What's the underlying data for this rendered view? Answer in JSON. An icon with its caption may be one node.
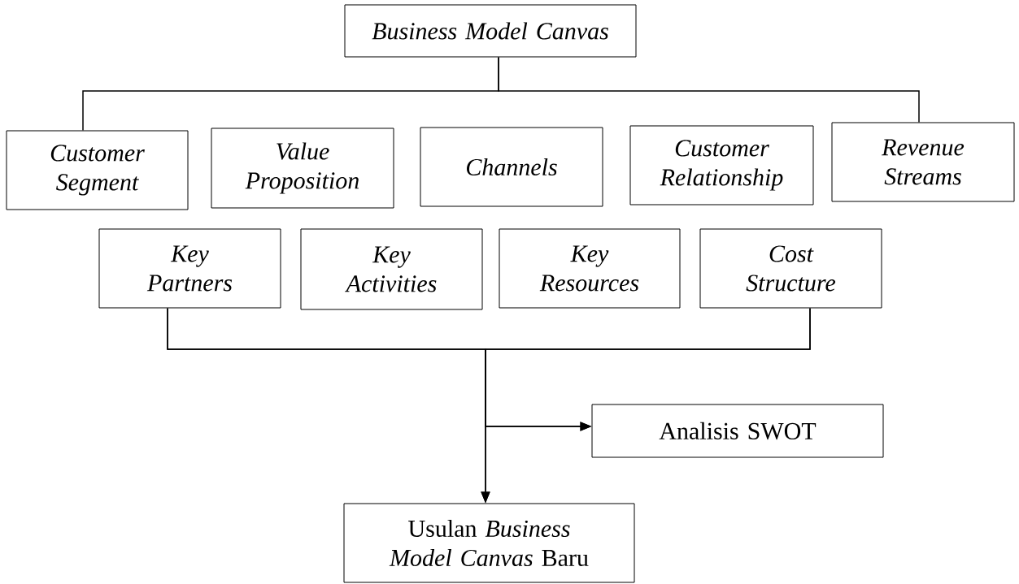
{
  "diagram": {
    "nodes": [
      {
        "text": [
          "Business Model Canvas"
        ]
      },
      {
        "text": [
          "Customer Segment"
        ]
      },
      {
        "text": [
          "Value Proposition"
        ]
      },
      {
        "text": [
          "Channels"
        ]
      },
      {
        "text": [
          "Customer Relationship"
        ]
      },
      {
        "text": [
          "Revenue Streams"
        ]
      },
      {
        "text": [
          "Key Partners"
        ]
      },
      {
        "text": [
          "Key Activities"
        ]
      },
      {
        "text": [
          "Key Resources"
        ]
      },
      {
        "text": [
          "Cost Structure"
        ]
      },
      {
        "text": [
          "Analisis SWOT"
        ]
      },
      {
        "text": [
          "Usulan *Business Model Canvas* Baru"
        ]
      }
    ],
    "edges": [
      {
        "from": 0,
        "to": 1,
        "arrow": "none"
      },
      {
        "from": 0,
        "to": 5,
        "arrow": "none"
      },
      {
        "from": 6,
        "to": 10,
        "arrow": "to"
      },
      {
        "from": 9,
        "to": 10,
        "arrow": "to"
      },
      {
        "from": 6,
        "to": 11,
        "arrow": "to"
      },
      {
        "from": 9,
        "to": 11,
        "arrow": "to"
      }
    ]
  }
}
